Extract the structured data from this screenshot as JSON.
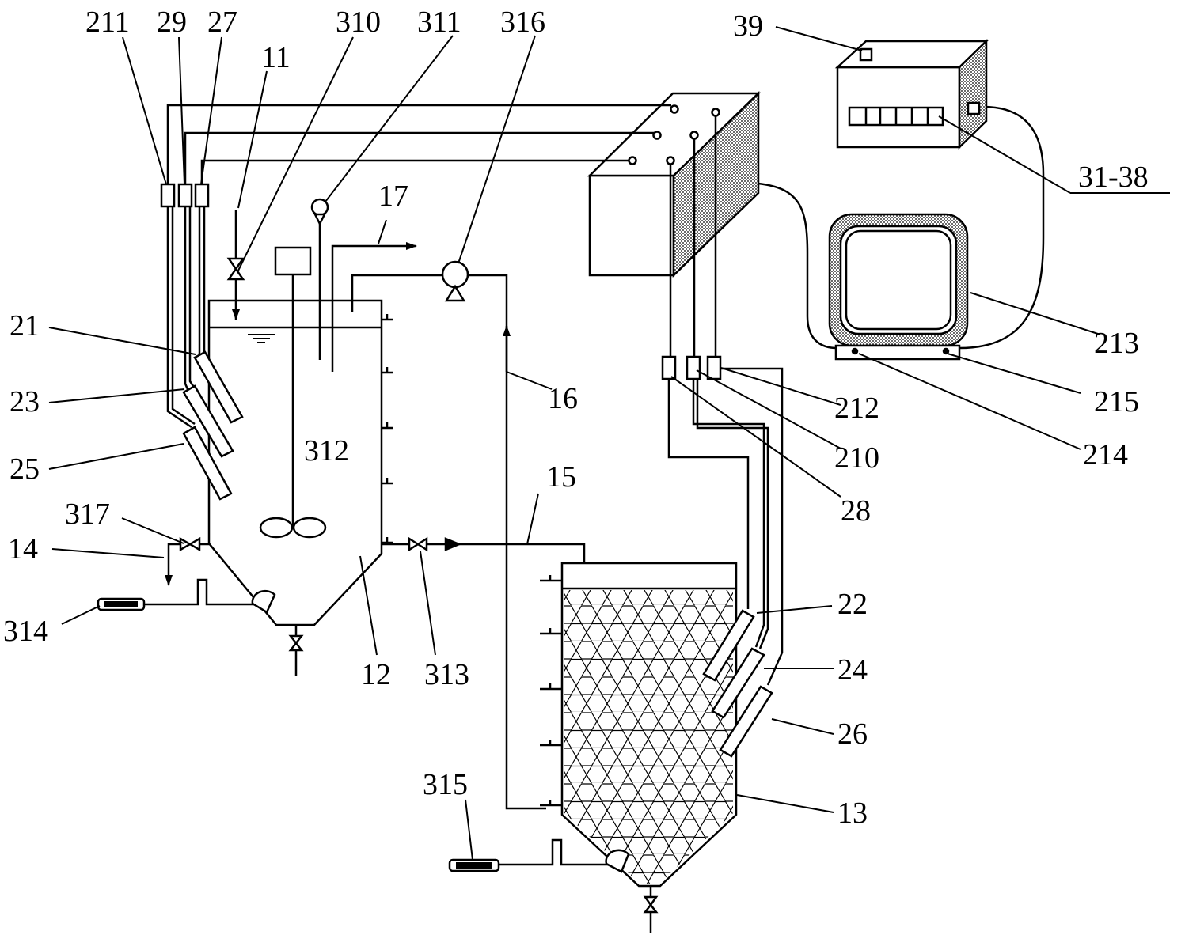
{
  "figure": {
    "labels": {
      "l211": "211",
      "l29": "29",
      "l27": "27",
      "l310": "310",
      "l311": "311",
      "l316": "316",
      "l11": "11",
      "l39": "39",
      "l3138": "31-38",
      "l17": "17",
      "l21": "21",
      "l23": "23",
      "l25": "25",
      "l312": "312",
      "l16": "16",
      "l212": "212",
      "l210": "210",
      "l28": "28",
      "l213": "213",
      "l215": "215",
      "l214": "214",
      "l317": "317",
      "l14": "14",
      "l15": "15",
      "l22": "22",
      "l314": "314",
      "l12": "12",
      "l313": "313",
      "l24": "24",
      "l26": "26",
      "l315": "315",
      "l13": "13"
    }
  }
}
